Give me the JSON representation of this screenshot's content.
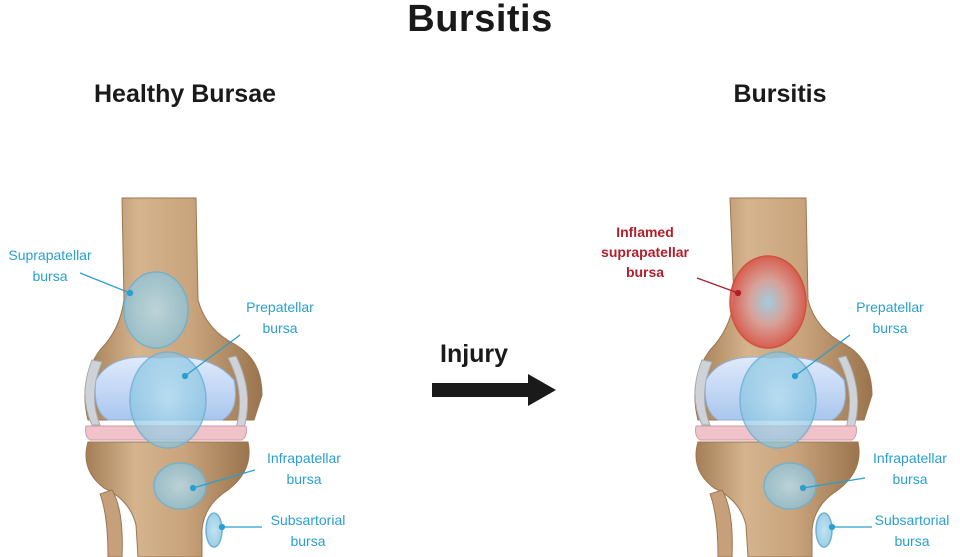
{
  "title": "Bursitis",
  "left_panel": {
    "heading": "Healthy Bursae",
    "labels": {
      "suprapatellar_1": "Suprapatellar",
      "suprapatellar_2": "bursa",
      "prepatellar_1": "Prepatellar",
      "prepatellar_2": "bursa",
      "infrapatellar_1": "Infrapatellar",
      "infrapatellar_2": "bursa",
      "subsartorial_1": "Subsartorial",
      "subsartorial_2": "bursa"
    }
  },
  "right_panel": {
    "heading": "Bursitis",
    "labels": {
      "inflamed_1": "Inflamed",
      "inflamed_2": "suprapatellar",
      "inflamed_3": "bursa",
      "prepatellar_1": "Prepatellar",
      "prepatellar_2": "bursa",
      "infrapatellar_1": "Infrapatellar",
      "infrapatellar_2": "bursa",
      "subsartorial_1": "Subsartorial",
      "subsartorial_2": "bursa"
    }
  },
  "arrow_label": "Injury",
  "colors": {
    "bone": "#c9a47c",
    "bone_dark": "#9c7650",
    "bursa": "#8fc9e3",
    "cartilage": "#b8d4f0",
    "meniscus": "#e8b8c0",
    "inflamed": "#d9534a",
    "label_blue": "#2a9fd0",
    "label_red": "#b01e2a"
  }
}
